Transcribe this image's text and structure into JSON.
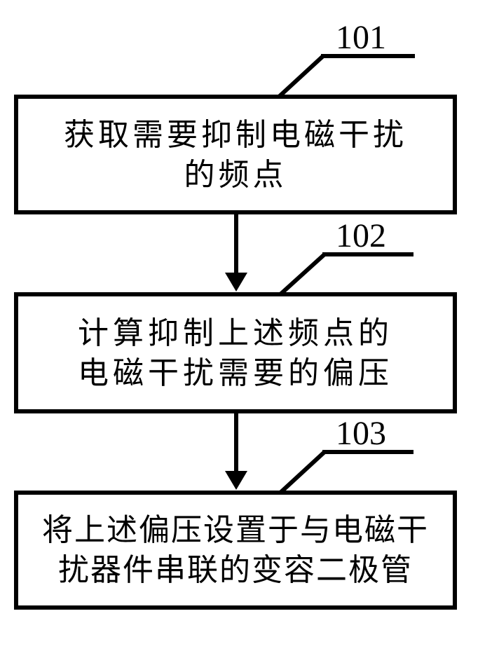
{
  "figure": {
    "background_color": "#ffffff",
    "line_color": "#000000",
    "steps": [
      {
        "label": "101",
        "line1": "获取需要抑制电磁干扰",
        "line2": "的频点"
      },
      {
        "label": "102",
        "line1": "计算抑制上述频点的",
        "line2": "电磁干扰需要的偏压"
      },
      {
        "label": "103",
        "line1": "将上述偏压设置于与电磁干",
        "line2": "扰器件串联的变容二极管"
      }
    ]
  }
}
